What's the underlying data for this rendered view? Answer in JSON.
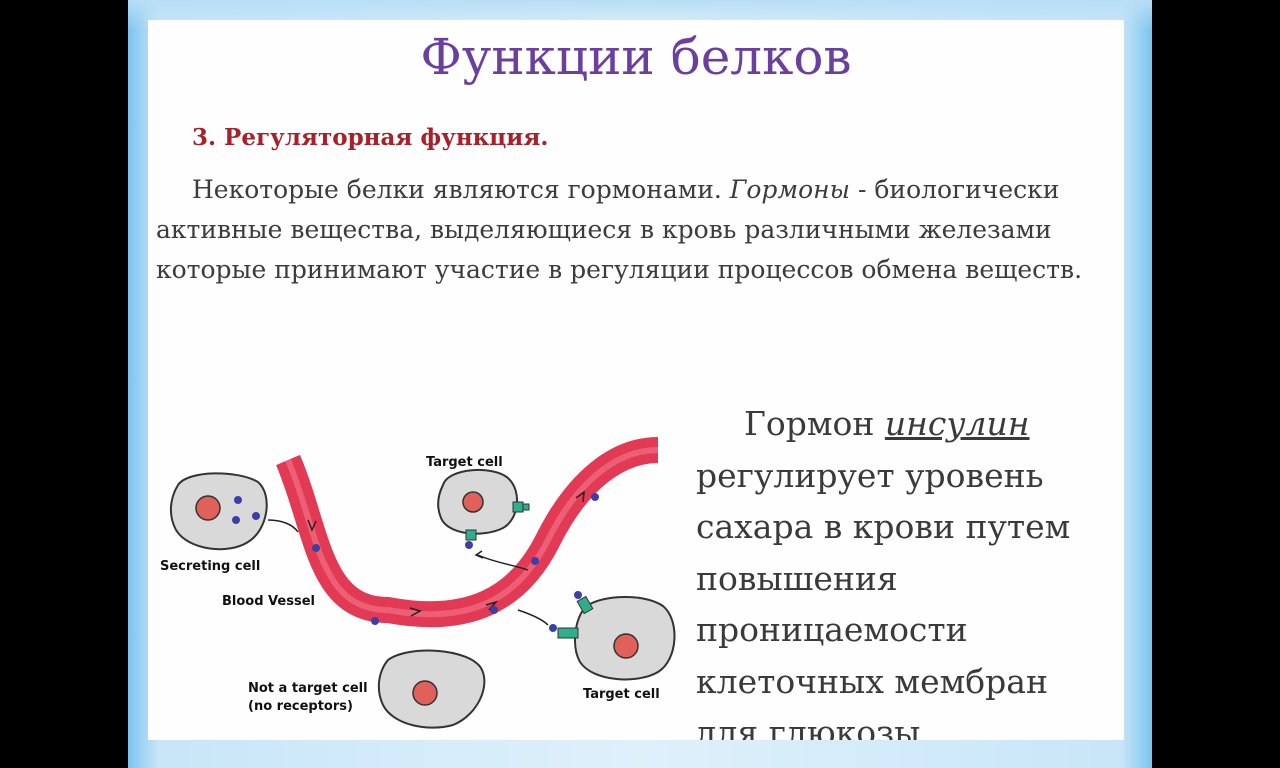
{
  "slide": {
    "title": "Функции белков",
    "subtitle": "3. Регуляторная функция.",
    "paragraph": {
      "part1": "Некоторые белки являются гормонами. ",
      "italic_term": "Гормоны",
      "part2": " - биологически активные вещества, выделяющиеся в кровь различными железами которые принимают участие в регуляции процессов обмена веществ."
    },
    "side_text": {
      "word1": "Гормон ",
      "hormone_name": "инсулин",
      "rest": "регулирует уровень сахара в крови путем повышения проницаемости клеточных мембран для глюкозы."
    },
    "diagram": {
      "labels": {
        "target_cell_top": "Target cell",
        "secreting_cell": "Secreting cell",
        "blood_vessel": "Blood Vessel",
        "not_target_line1": "Not a target cell",
        "not_target_line2": "(no receptors)",
        "target_cell_bottom": "Target cell"
      },
      "colors": {
        "vessel": "#e23a55",
        "vessel_light": "#f26f85",
        "cell": "#d9d9d9",
        "nucleus": "#e0605a",
        "hormone": "#3b3fa8",
        "receptor": "#2fae8c"
      }
    }
  }
}
